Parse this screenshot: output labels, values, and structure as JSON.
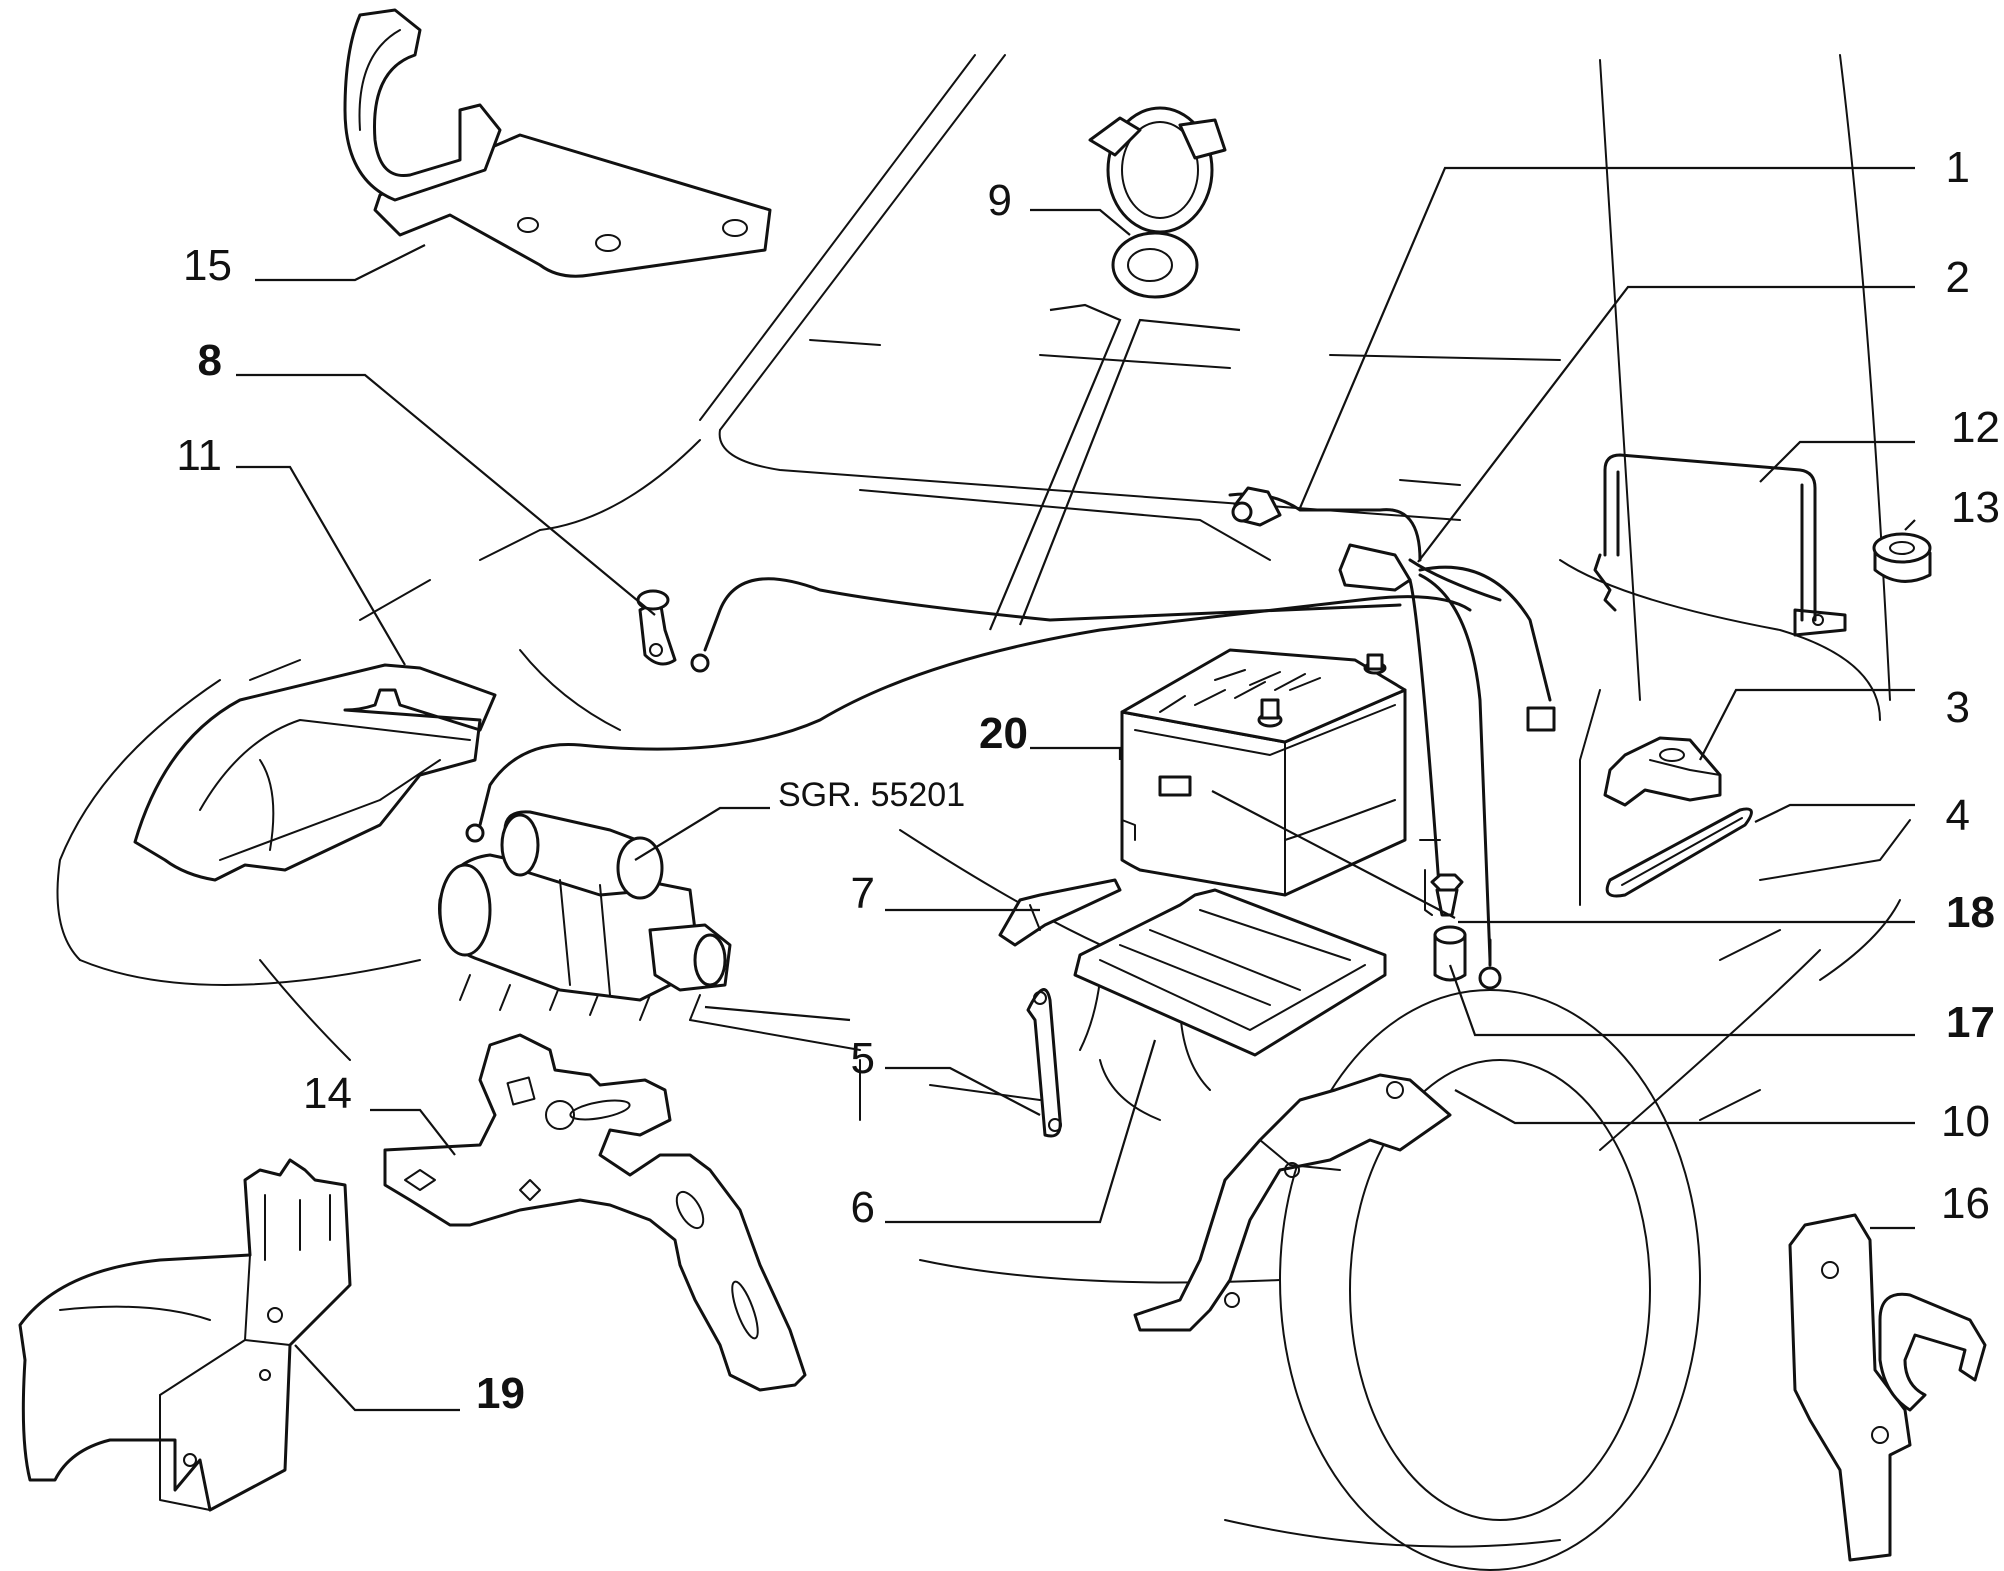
{
  "callouts": {
    "c1": "1",
    "c2": "2",
    "c3": "3",
    "c4": "4",
    "c5": "5",
    "c6": "6",
    "c7": "7",
    "c8": "8",
    "c9": "9",
    "c10": "10",
    "c11": "11",
    "c12": "12",
    "c13": "13",
    "c14": "14",
    "c15": "15",
    "c16": "16",
    "c17": "17",
    "c18": "18",
    "c19": "19",
    "c20": "20"
  },
  "reference": "SGR. 55201"
}
